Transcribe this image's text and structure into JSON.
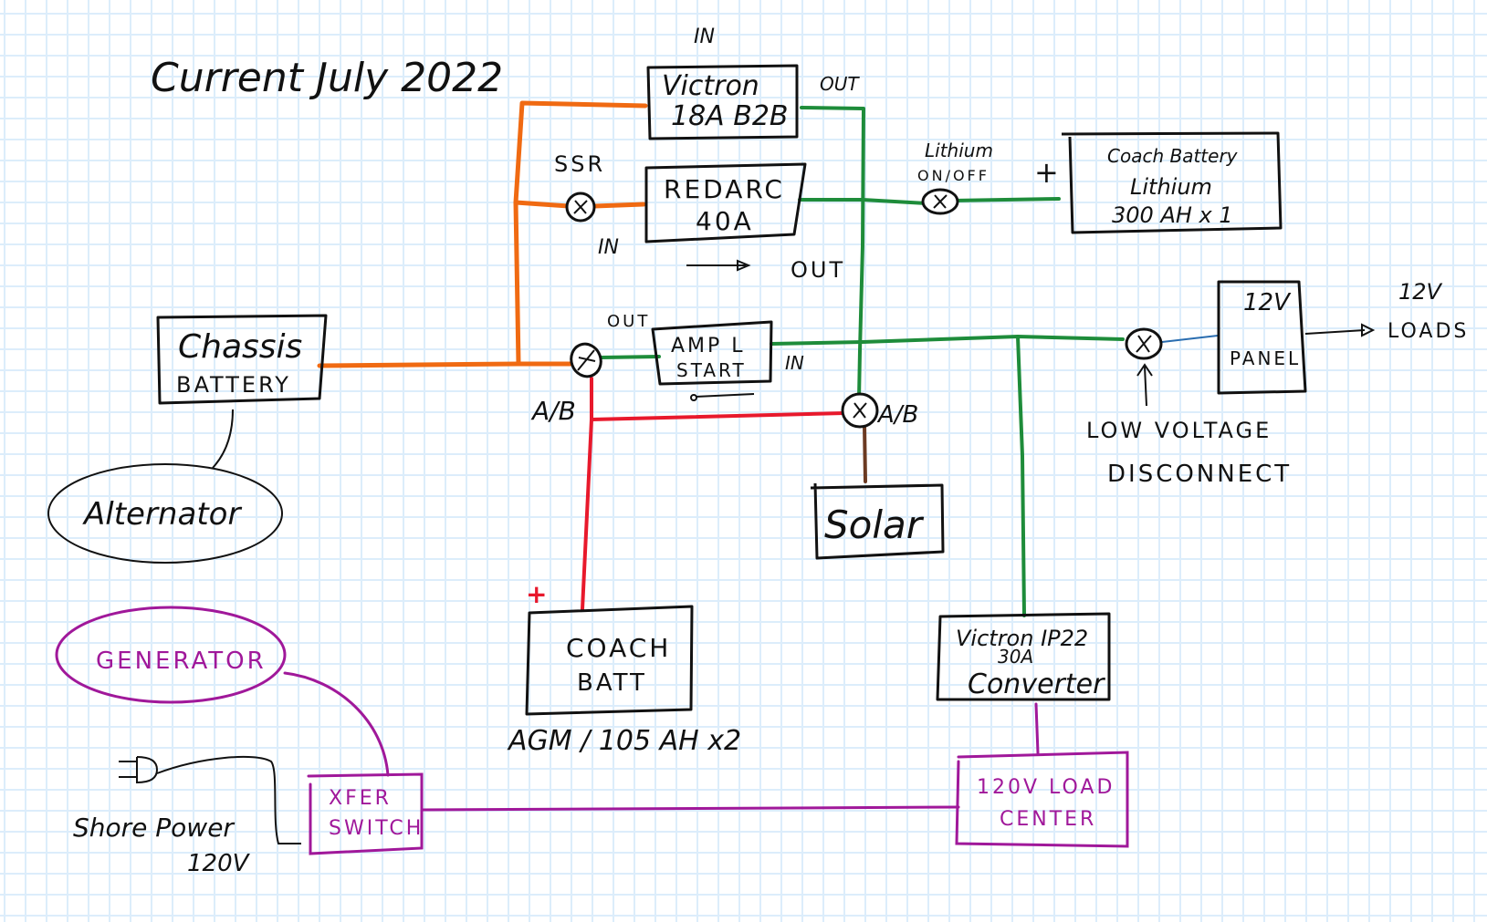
{
  "title": "Current July 2022",
  "colors": {
    "alternator_circuit": "#f06a12",
    "dc_12v_bus": "#1e8c3a",
    "agm_battery_positive": "#e8192c",
    "solar_feed": "#6b3a22",
    "load_panel_feed": "#2a6db0",
    "ac_120v_circuit": "#a0189a",
    "grid": "#dcedfb"
  },
  "nodes": {
    "chassis_battery": {
      "line1": "Chassis",
      "line2": "BATTERY"
    },
    "alternator": {
      "label": "Alternator"
    },
    "victron_b2b": {
      "line1": "Victron",
      "line2": "18A B2B",
      "in_label": "IN",
      "out_label": "OUT"
    },
    "redarc": {
      "line1": "REDARC",
      "line2": "40A",
      "in_label": "IN",
      "out_label": "OUT"
    },
    "ssr": {
      "label": "SSR"
    },
    "lithium_switch": {
      "line1": "Lithium",
      "line2": "ON/OFF"
    },
    "coach_battery_lithium": {
      "line1": "Coach Battery",
      "line2": "Lithium",
      "line3": "300 AH x 1",
      "polarity": "+"
    },
    "ampl_start": {
      "line1": "AMP L",
      "line2": "START",
      "out_label": "OUT",
      "in_label": "IN"
    },
    "ab_switch_left": {
      "label": "A/B"
    },
    "ab_switch_right": {
      "label": "A/B"
    },
    "solar": {
      "label": "Solar"
    },
    "coach_batt_agm": {
      "line1": "COACH",
      "line2": "BATT",
      "caption": "AGM / 105 AH x2",
      "polarity": "+"
    },
    "low_voltage_disconnect": {
      "line1": "LOW VOLTAGE",
      "line2": "DISCONNECT"
    },
    "panel_12v": {
      "line1": "12V",
      "line2": "PANEL"
    },
    "loads_12v": {
      "line1": "12V",
      "line2": "LOADS"
    },
    "victron_converter": {
      "line1": "Victron IP22",
      "line2": "30A",
      "line3": "Converter"
    },
    "generator": {
      "label": "GENERATOR"
    },
    "shore_power": {
      "line1": "Shore Power",
      "line2": "120V"
    },
    "xfer_switch": {
      "line1": "XFER",
      "line2": "SWITCH"
    },
    "load_center_120v": {
      "line1": "120V LOAD",
      "line2": "CENTER"
    }
  }
}
